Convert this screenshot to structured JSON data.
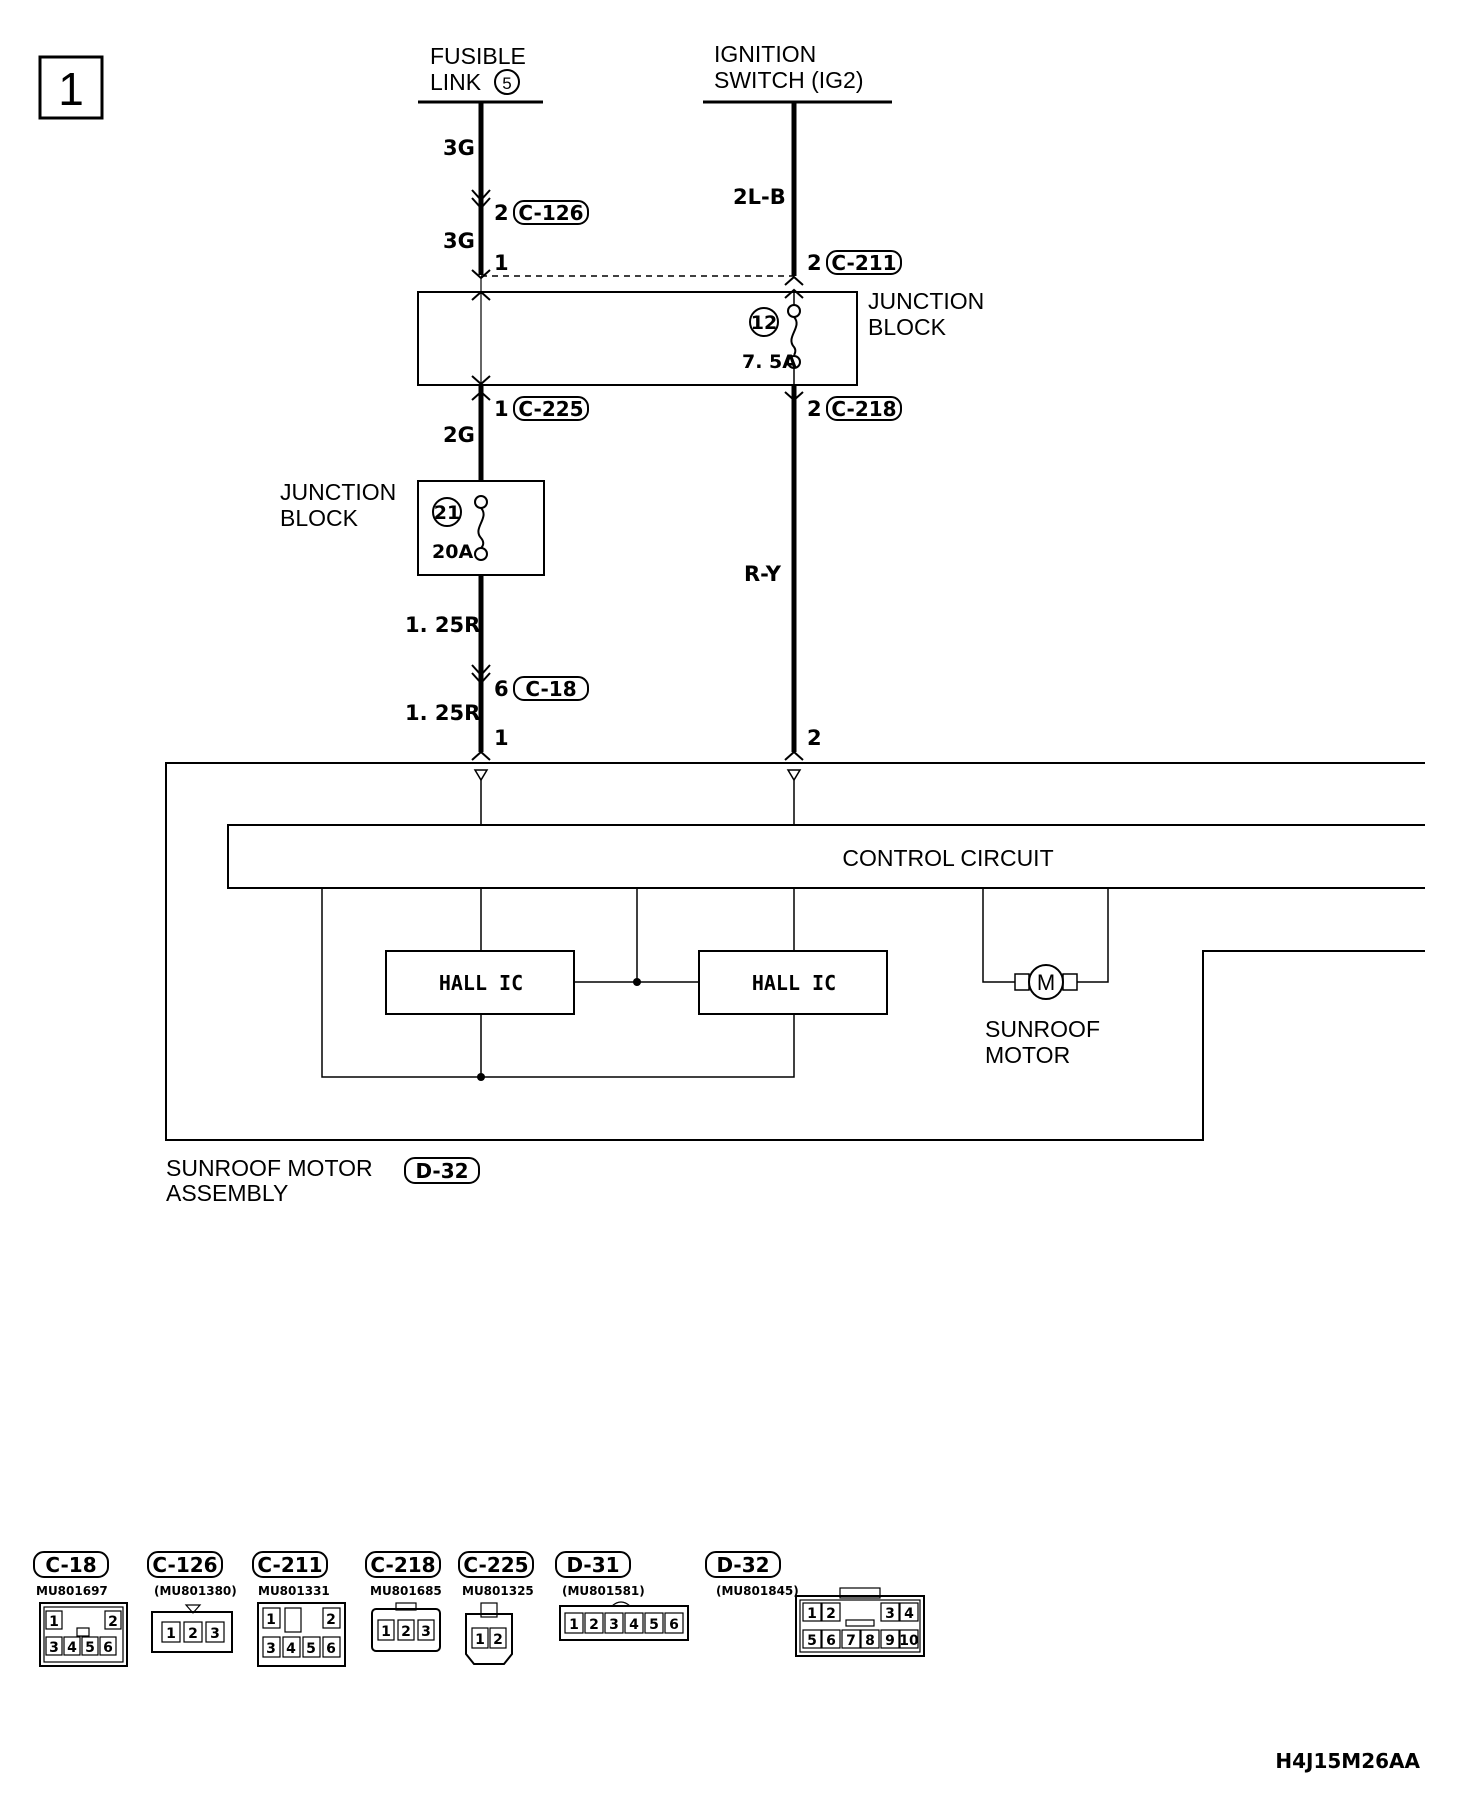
{
  "page_number": "1",
  "sources": {
    "fusible_link_line1": "FUSIBLE",
    "fusible_link_line2": "LINK",
    "fusible_link_no": "5",
    "ignition_line1": "IGNITION",
    "ignition_line2": "SWITCH (IG2)"
  },
  "left_circuit": {
    "wire_3g_top": "3G",
    "conn_c126_pin": "2",
    "conn_c126": "C-126",
    "wire_3g_mid": "3G",
    "pin_jb_1": "1",
    "conn_c225_pin": "1",
    "conn_c225": "C-225",
    "wire_2g": "2G",
    "jb2_line1": "JUNCTION",
    "jb2_line2": "BLOCK",
    "fuse21_no": "21",
    "fuse21_rating": "20A",
    "wire_125r_a": "1. 25R",
    "conn_c18_pin": "6",
    "conn_c18": "C-18",
    "wire_125r_b": "1. 25R",
    "motor_pin": "1"
  },
  "right_circuit": {
    "wire_2lb": "2L-B",
    "conn_c211_pin": "2",
    "conn_c211": "C-211",
    "jb1_line1": "JUNCTION",
    "jb1_line2": "BLOCK",
    "fuse12_no": "12",
    "fuse12_rating": "7. 5A",
    "conn_c218_pin": "2",
    "conn_c218": "C-218",
    "wire_ry": "R-Y",
    "motor_pin": "2"
  },
  "assembly": {
    "control_circuit": "CONTROL CIRCUIT",
    "hall_ic_left": "HALL  IC",
    "hall_ic_right": "HALL  IC",
    "motor_symbol": "M",
    "sunroof_motor_line1": "SUNROOF",
    "sunroof_motor_line2": "MOTOR",
    "assembly_line1": "SUNROOF MOTOR",
    "assembly_line2": "ASSEMBLY",
    "assembly_conn": "D-32"
  },
  "connectors": [
    {
      "id": "C-18",
      "part": "MU801697",
      "pins": [
        "1",
        "2",
        "3",
        "4",
        "5",
        "6"
      ]
    },
    {
      "id": "C-126",
      "part": "(MU801380)",
      "pins": [
        "1",
        "2",
        "3"
      ]
    },
    {
      "id": "C-211",
      "part": "MU801331",
      "pins": [
        "1",
        "2",
        "3",
        "4",
        "5",
        "6"
      ]
    },
    {
      "id": "C-218",
      "part": "MU801685",
      "pins": [
        "1",
        "2",
        "3"
      ]
    },
    {
      "id": "C-225",
      "part": "MU801325",
      "pins": [
        "1",
        "2"
      ]
    },
    {
      "id": "D-31",
      "part": "(MU801581)",
      "pins": [
        "1",
        "2",
        "3",
        "4",
        "5",
        "6"
      ]
    },
    {
      "id": "D-32",
      "part": "(MU801845)",
      "pins": [
        "1",
        "2",
        "3",
        "4",
        "5",
        "6",
        "7",
        "8",
        "9",
        "10"
      ]
    }
  ],
  "figure_code": "H4J15M26AA"
}
